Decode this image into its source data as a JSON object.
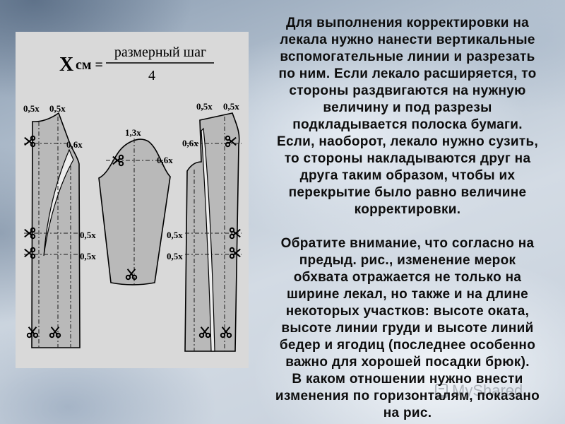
{
  "slide": {
    "paragraph_1": [
      "Для выполнения корректировки на",
      "лекала нужно нанести вертикальные",
      "вспомогательные линии и разрезать",
      "по ним. Если лекало расширяется, то",
      "стороны раздвигаются на нужную",
      "величину и под разрезы",
      "подкладывается полоска бумаги.",
      "Если, наоборот, лекало нужно сузить,",
      "то стороны накладываются друг на",
      "друга таким образом, чтобы их",
      "перекрытие было равно величине",
      "корректировки."
    ],
    "paragraph_2": [
      "Обратите внимание, что согласно на",
      "предыд. рис., изменение мерок",
      "обхвата отражается не только на",
      "ширине лекал, но также и на длине",
      "некоторых участков: высоте оката,",
      "высоте линии груди и высоте линий",
      "бедер и ягодиц (последнее особенно",
      "важно для хорошей посадки брюк).",
      "В каком отношении нужно внести",
      "изменения по горизонталям, показано",
      "на рис."
    ]
  },
  "figure": {
    "formula": {
      "variable": "X",
      "unit_equals": "см =",
      "numerator": "размерный шаг",
      "denominator": "4"
    },
    "labels": [
      "0,5x",
      "0,5x",
      "0,6x",
      "0,5x",
      "0,5x",
      "1,3x",
      "0,6x",
      "0,6x",
      "0,5x",
      "0,5x",
      "0,5x",
      "0,5x"
    ],
    "icons": {
      "cut_mark": "scissors-icon"
    }
  },
  "watermark": {
    "text": "MyShared",
    "icon": "myshared-logo-icon"
  }
}
